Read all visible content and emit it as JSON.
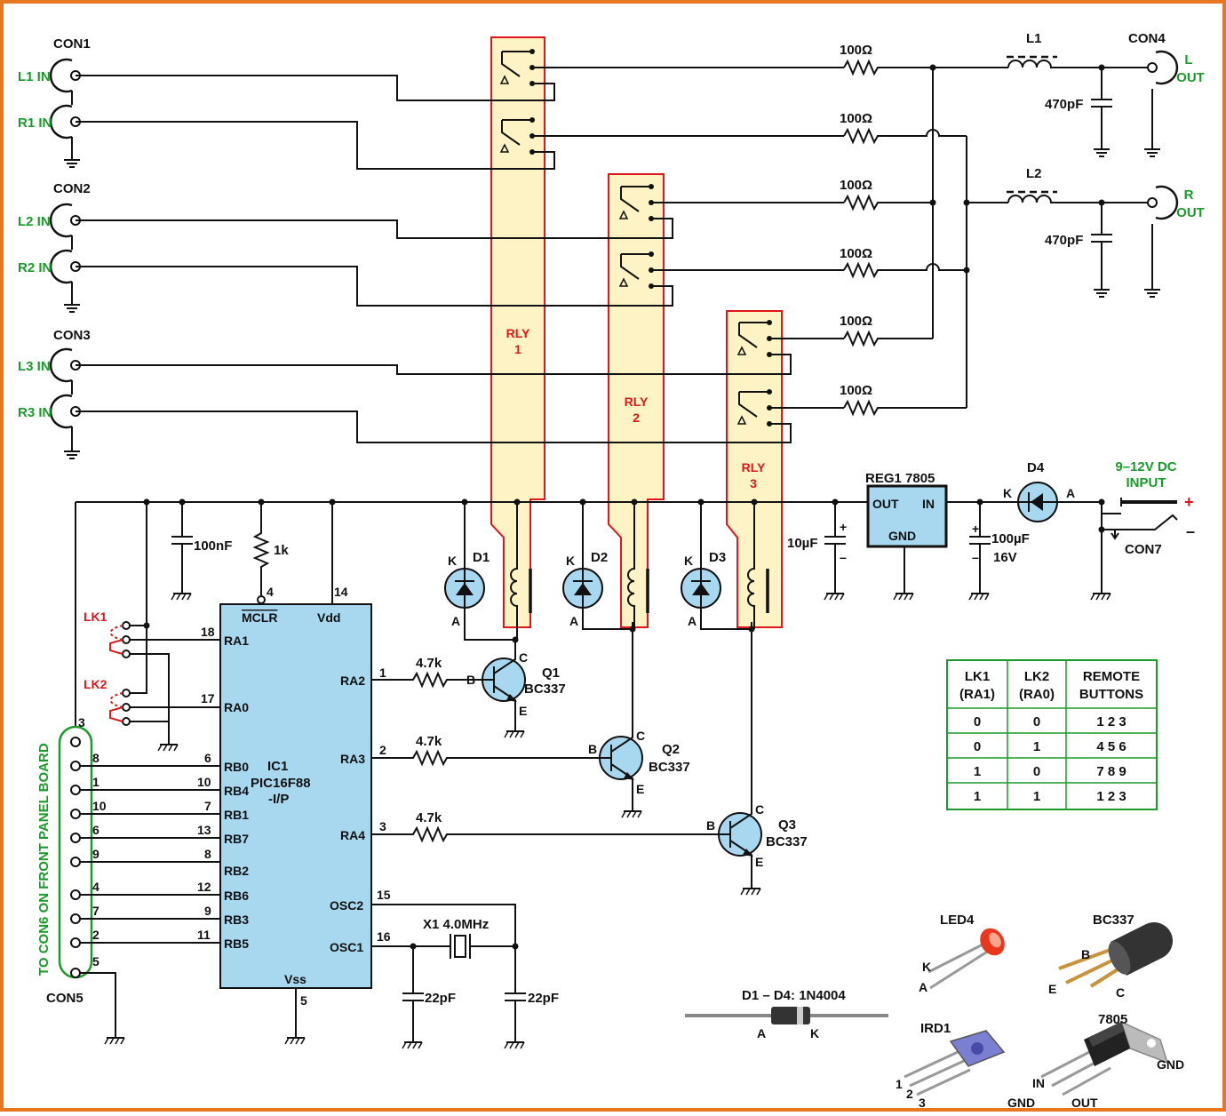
{
  "labels": {
    "con1": "CON1",
    "con2": "CON2",
    "con3": "CON3",
    "con4": "CON4",
    "con5": "CON5",
    "con7": "CON7",
    "l1_in": "L1 IN",
    "r1_in": "R1 IN",
    "l2_in": "L2 IN",
    "r2_in": "R2 IN",
    "l3_in": "L3 IN",
    "r3_in": "R3 IN",
    "l_out_1": "L",
    "r_out_1": "R",
    "out": "OUT",
    "l1": "L1",
    "l2": "L2",
    "rly": "RLY",
    "rly1_num": "1",
    "rly2_num": "2",
    "rly3_num": "3",
    "reg1": "REG1 7805",
    "reg_out": "OUT",
    "reg_in": "IN",
    "reg_gnd": "GND",
    "d1": "D1",
    "d2": "D2",
    "d3": "D3",
    "d4": "D4",
    "k": "K",
    "a": "A",
    "b": "B",
    "c": "C",
    "e": "E",
    "dc_input_1": "9–12V DC",
    "dc_input_2": "INPUT",
    "plus": "+",
    "minus": "–",
    "lk1": "LK1",
    "lk2": "LK2",
    "ic1": "IC1",
    "ic1_part": "PIC16F88",
    "ic1_pkg": "-I/P",
    "q1": "Q1",
    "q2": "Q2",
    "q3": "Q3",
    "bc337": "BC337",
    "x1": "X1 4.0MHz",
    "front_panel": "TO CON6 ON FRONT PANEL BOARD",
    "diode_type": "D1 – D4: 1N4004",
    "led4": "LED4",
    "ird1": "IRD1",
    "reg7805": "7805",
    "n1": "1",
    "n2": "2",
    "n3": "3"
  },
  "values": {
    "r100": "100Ω",
    "c470": "470pF",
    "c100n": "100nF",
    "r1k": "1k",
    "r4k7": "4.7k",
    "c10u": "10µF",
    "c100u": "100µF",
    "c16v": "16V",
    "c22p": "22pF"
  },
  "pins": {
    "mclr": "MCLR",
    "vdd": "Vdd",
    "vss": "Vss",
    "ra0": "RA0",
    "ra1": "RA1",
    "ra2": "RA2",
    "ra3": "RA3",
    "ra4": "RA4",
    "rb0": "RB0",
    "rb1": "RB1",
    "rb2": "RB2",
    "rb3": "RB3",
    "rb4": "RB4",
    "rb5": "RB5",
    "rb6": "RB6",
    "rb7": "RB7",
    "osc1": "OSC1",
    "osc2": "OSC2",
    "p1": "1",
    "p2": "2",
    "p3": "3",
    "p4": "4",
    "p5": "5",
    "p6": "6",
    "p7": "7",
    "p8": "8",
    "p9": "9",
    "p10": "10",
    "p11": "11",
    "p12": "12",
    "p13": "13",
    "p14": "14",
    "p15": "15",
    "p16": "16",
    "p17": "17",
    "p18": "18"
  },
  "con5": {
    "p3": "3",
    "p8": "8",
    "p1": "1",
    "p10": "10",
    "p6": "6",
    "p9": "9",
    "p4": "4",
    "p7": "7",
    "p2": "2",
    "p5": "5"
  },
  "truth_table": {
    "headers": [
      [
        "LK1",
        "(RA1)"
      ],
      [
        "LK2",
        "(RA0)"
      ],
      [
        "REMOTE",
        "BUTTONS"
      ]
    ],
    "rows": [
      [
        "0",
        "0",
        "1 2 3"
      ],
      [
        "0",
        "1",
        "4 5 6"
      ],
      [
        "1",
        "0",
        "7 8 9"
      ],
      [
        "1",
        "1",
        "1 2 3"
      ]
    ]
  },
  "colors": {
    "border": "#e87722",
    "relay_fill": "#fdf3c4",
    "relay_outline": "#e0161b",
    "component_fill": "#a8d8f0",
    "green_label": "#1a9a2a",
    "red_label": "#e0161b"
  }
}
